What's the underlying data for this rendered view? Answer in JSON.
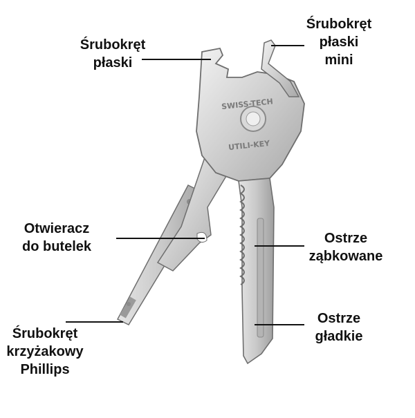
{
  "diagram": {
    "engraving": {
      "top": "SWISS-TECH",
      "bottom": "UTILI-KEY"
    },
    "labels": {
      "flat_screwdriver": [
        "Śrubokręt",
        "płaski"
      ],
      "mini_screwdriver": [
        "Śrubokręt",
        "płaski",
        "mini"
      ],
      "bottle_opener": [
        "Otwieracz",
        "do butelek"
      ],
      "serrated_blade": [
        "Ostrze",
        "ząbkowane"
      ],
      "phillips_screwdriver": [
        "Śrubokręt",
        "krzyżakowy",
        "Phillips"
      ],
      "smooth_blade": [
        "Ostrze",
        "gładkie"
      ]
    }
  },
  "colors": {
    "steel_light": "#e6e6e6",
    "steel_mid": "#c4c4c4",
    "steel_dark": "#8a8a8a",
    "outline": "#6e6e6e",
    "leader": "#111111",
    "text": "#111111"
  }
}
